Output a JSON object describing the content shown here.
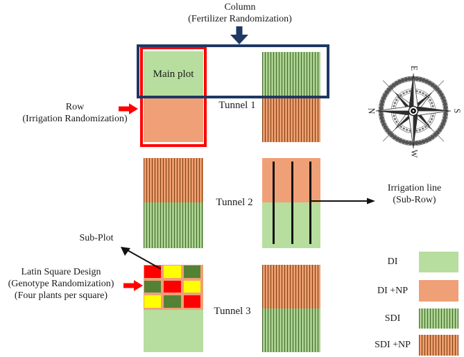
{
  "colors": {
    "navy": "#1f3864",
    "red": "#ff0000",
    "light_green": "#b7de9e",
    "salmon": "#f0a077",
    "stripe_green_bg": "#a9d18e",
    "stripe_green_dark": "#41652b",
    "stripe_brown_bg": "#ec9c6d",
    "stripe_brown_dark": "#7c3e10",
    "latin_red": "#ff0000",
    "latin_yellow": "#ffff00",
    "latin_green": "#548235",
    "text": "#1a1a1a"
  },
  "annotations": {
    "column": {
      "line1": "Column",
      "line2": "(Fertilizer  Randomization)"
    },
    "row": {
      "line1": "Row",
      "line2": "(Irrigation Randomization)"
    },
    "main_plot": "Main plot",
    "irrigation": {
      "line1": "Irrigation line",
      "line2": "(Sub-Row)"
    },
    "sub_plot": "Sub-Plot",
    "latin": {
      "line1": "Latin Square Design",
      "line2": "(Genotype Randomization)",
      "line3": "(Four plants per square)"
    }
  },
  "tunnels": [
    {
      "label": "Tunnel 1"
    },
    {
      "label": "Tunnel 2"
    },
    {
      "label": "Tunnel 3"
    }
  ],
  "compass": {
    "north": "N",
    "east": "E",
    "south": "S",
    "west": "W"
  },
  "legend": [
    {
      "label": "DI",
      "pattern": "solid_green"
    },
    {
      "label": "DI +NP",
      "pattern": "solid_salmon"
    },
    {
      "label": "SDI",
      "pattern": "striped_green"
    },
    {
      "label": "SDI +NP",
      "pattern": "striped_brown"
    }
  ],
  "latin_square": {
    "rows": [
      [
        "red",
        "yellow",
        "green"
      ],
      [
        "green",
        "red",
        "yellow"
      ],
      [
        "yellow",
        "green",
        "red"
      ]
    ]
  }
}
